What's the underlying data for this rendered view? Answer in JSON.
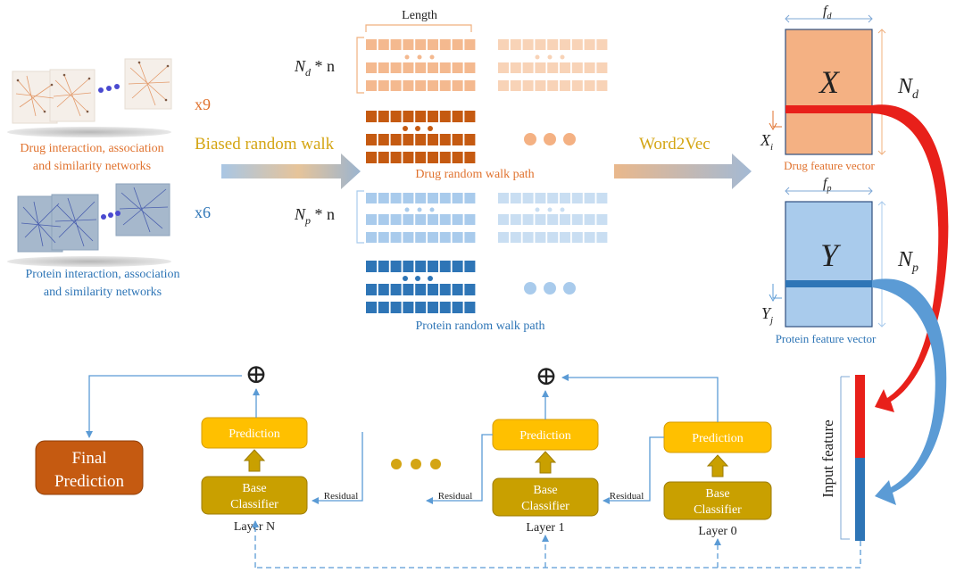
{
  "left": {
    "drug_count": "x9",
    "drug_caption_line1": "Drug interaction, association",
    "drug_caption_line2": "and similarity networks",
    "protein_count": "x6",
    "protein_caption_line1": "Protein interaction, association",
    "protein_caption_line2": "and similarity networks"
  },
  "arrows": {
    "biased_random_walk": "Biased random walk",
    "word2vec": "Word2Vec"
  },
  "walk": {
    "length_label": "Length",
    "nd_n": {
      "base": "N",
      "sub": "d",
      "tail": " * n"
    },
    "np_n": {
      "base": "N",
      "sub": "p",
      "tail": " * n"
    },
    "drug_path_label": "Drug random walk path",
    "protein_path_label": "Protein random walk path"
  },
  "features": {
    "drug_matrix": "X",
    "drug_width": {
      "base": "f",
      "sub": "d"
    },
    "drug_height": {
      "base": "N",
      "sub": "d"
    },
    "drug_row": {
      "base": "X",
      "sub": "i"
    },
    "drug_caption": "Drug feature vector",
    "protein_matrix": "Y",
    "protein_width": {
      "base": "f",
      "sub": "p"
    },
    "protein_height": {
      "base": "N",
      "sub": "p"
    },
    "protein_row": {
      "base": "Y",
      "sub": "j"
    },
    "protein_caption": "Protein feature vector",
    "input_feature": "Input feature"
  },
  "cascade": {
    "final_line1": "Final",
    "final_line2": "Prediction",
    "prediction_label": "Prediction",
    "base_line1": "Base",
    "base_line2": "Classifier",
    "residual_label": "Residual",
    "layer_n": "Layer N",
    "layer_1": "Layer 1",
    "layer_0": "Layer 0",
    "sum_symbol": "⊕"
  },
  "colors": {
    "drug_orange": "#e0722e",
    "drug_light": "#f4b98f",
    "drug_dark": "#c55a11",
    "protein_blue": "#5b9bd5",
    "protein_light": "#a9cbec",
    "protein_dark": "#2e75b6",
    "gold": "#d4a514",
    "prediction": "#ffc000",
    "base": "#c9a000",
    "final": "#c55a11",
    "red": "#e8201a"
  }
}
